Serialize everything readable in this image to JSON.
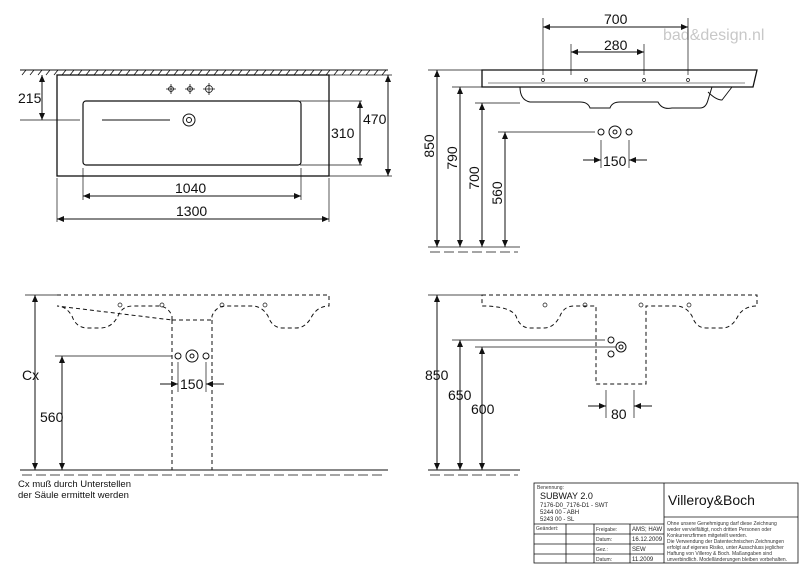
{
  "watermark": "bad&design.nl",
  "views": {
    "top": {
      "dims": [
        "215",
        "310",
        "470",
        "1040",
        "1300"
      ]
    },
    "side": {
      "dims": [
        "700",
        "280",
        "850",
        "790",
        "700",
        "560",
        "150"
      ]
    },
    "front_column": {
      "dims": [
        "Cx",
        "560",
        "150"
      ]
    },
    "side_column": {
      "dims": [
        "850",
        "650",
        "600",
        "80"
      ]
    }
  },
  "note": {
    "line1": "Cx muß durch Unterstellen",
    "line2": "der Säule ermittelt werden"
  },
  "title_block": {
    "benennung_label": "Benennung:",
    "product": "SUBWAY 2.0",
    "lines": [
      "7176-D0_7176-D1 - SWT",
      "5244 00 - ABH",
      "5243 00 - SL"
    ],
    "brand": "Villeroy&Boch",
    "geaendert_label": "Geändert:",
    "freigabe_label": "Freigabe:",
    "freigabe_value": "AMS; HAW",
    "datum_label": "Datum:",
    "datum_value": "16.12.2009",
    "gez_label": "Gez.:",
    "gez_value": "SEW",
    "datum2_label": "Datum:",
    "datum2_value": "11.2009",
    "disclaimer": [
      "Ohne unsere Genehmigung darf diese Zeichnung",
      "weder vervielfältigt, noch dritten Personen oder",
      "Konkurrenzfirmen mitgeteilt werden.",
      "Die Verwendung der Datentechnischen Zeichnungen",
      "erfolgt auf eigenes Risiko, unter Ausschluss jeglicher",
      "Haftung von Villeroy & Boch. Maßangaben sind",
      "unverbindlich. Modelländerungen bleiben vorbehalten."
    ]
  }
}
